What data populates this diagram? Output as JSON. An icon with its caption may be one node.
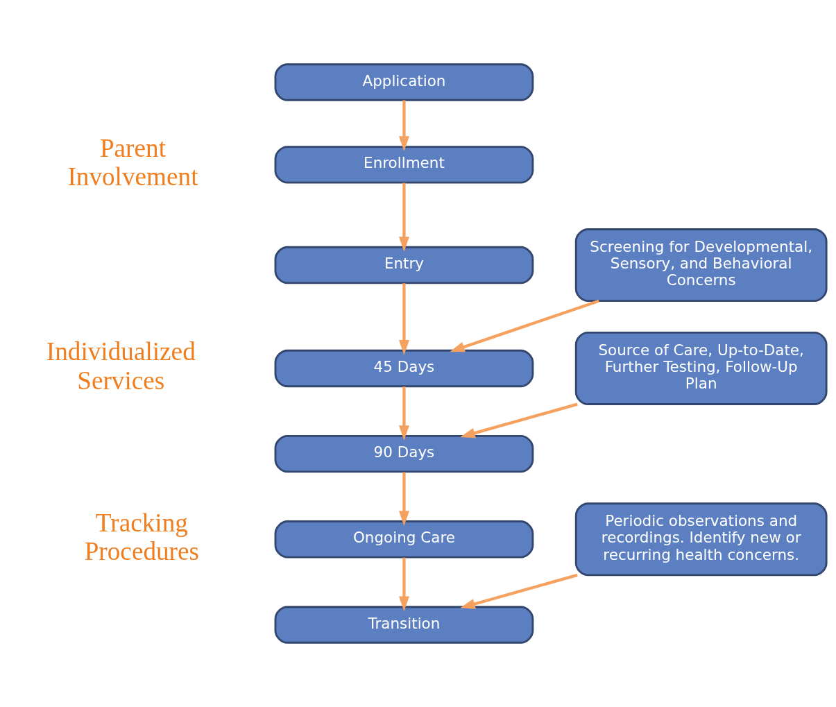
{
  "diagram": {
    "nodes": [
      {
        "text": [
          "Application"
        ]
      },
      {
        "text": [
          "Enrollment"
        ]
      },
      {
        "text": [
          "Entry"
        ]
      },
      {
        "text": [
          "45 Days"
        ]
      },
      {
        "text": [
          "90 Days"
        ]
      },
      {
        "text": [
          "Ongoing Care"
        ]
      },
      {
        "text": [
          "Transition"
        ]
      },
      {
        "text": [
          "Screening for Developmental, Sensory, and Behavioral Concerns"
        ]
      },
      {
        "text": [
          "Source of Care, Up-to-Date, Further Testing, Follow-Up Plan"
        ]
      },
      {
        "text": [
          "Periodic observations and recordings. Identify new or recurring health concerns."
        ]
      }
    ],
    "edges": [
      {
        "from": 0,
        "to": 1,
        "arrow": "to"
      },
      {
        "from": 1,
        "to": 2,
        "arrow": "to"
      },
      {
        "from": 2,
        "to": 3,
        "arrow": "to"
      },
      {
        "from": 7,
        "to": 3,
        "arrow": "to"
      },
      {
        "from": 3,
        "to": 4,
        "arrow": "to"
      },
      {
        "from": 8,
        "to": 4,
        "arrow": "to"
      },
      {
        "from": 4,
        "to": 5,
        "arrow": "to"
      },
      {
        "from": 5,
        "to": 6,
        "arrow": "to"
      },
      {
        "from": 9,
        "to": 6,
        "arrow": "to"
      }
    ],
    "labels": [
      "Parent Involvement",
      "Individualized Services",
      "Tracking Procedures"
    ]
  }
}
